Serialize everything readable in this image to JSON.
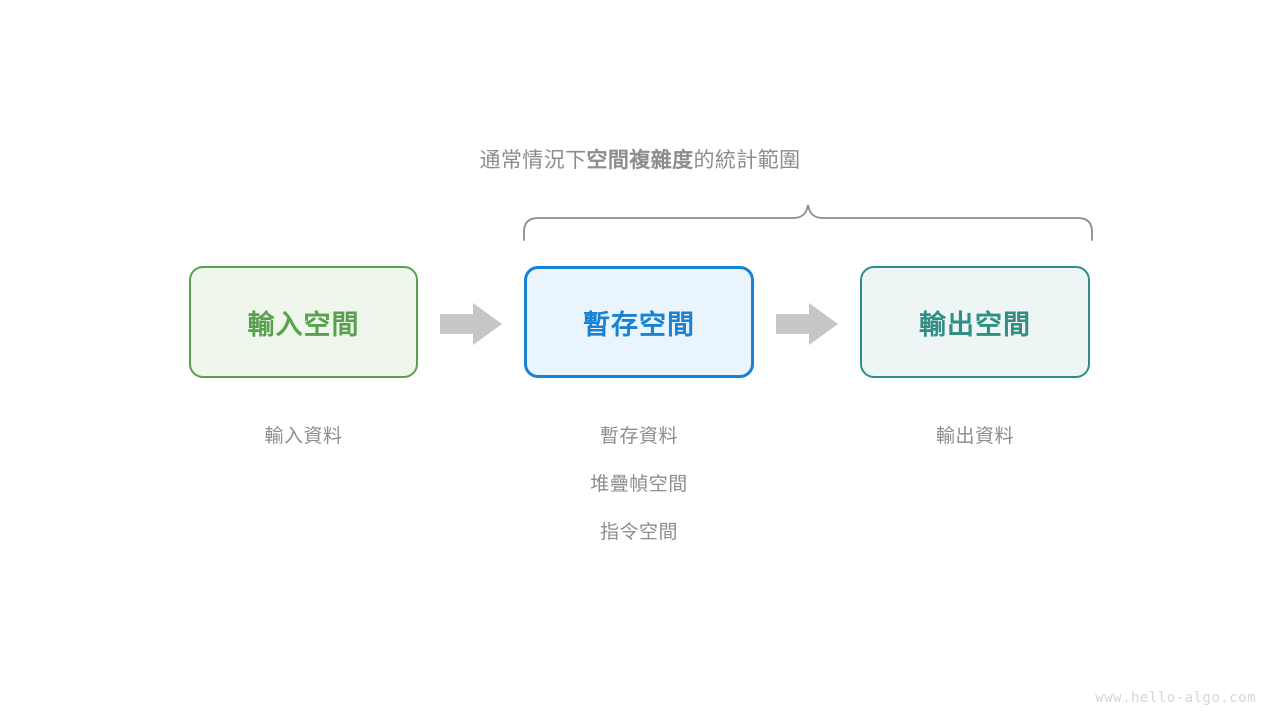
{
  "diagram": {
    "title_parts": {
      "prefix": "通常情況下",
      "emphasis": "空間複雜度",
      "suffix": "的統計範圍"
    },
    "brace": {
      "name": "curly-brace",
      "color": "#8d8d8d",
      "spans_boxes": [
        "暫存空間",
        "輸出空間"
      ]
    },
    "boxes": [
      {
        "id": "input",
        "label": "輸入空間",
        "border_color": "#59a14f",
        "fill_color": "#eff6ec",
        "text_color": "#59a14f"
      },
      {
        "id": "temp",
        "label": "暫存空間",
        "border_color": "#1982d2",
        "fill_color": "#e9f4fd",
        "text_color": "#1982d2"
      },
      {
        "id": "output",
        "label": "輸出空間",
        "border_color": "#2f8f84",
        "fill_color": "#edf6f4",
        "text_color": "#2f8f84"
      }
    ],
    "arrows": [
      {
        "id": "arrow-input-to-temp",
        "color": "#c6c6c6"
      },
      {
        "id": "arrow-temp-to-output",
        "color": "#c6c6c6"
      }
    ],
    "captions": {
      "input": [
        "輸入資料"
      ],
      "temp": [
        "暫存資料",
        "堆疊幀空間",
        "指令空間"
      ],
      "output": [
        "輸出資料"
      ]
    },
    "watermark": "www.hello-algo.com"
  }
}
